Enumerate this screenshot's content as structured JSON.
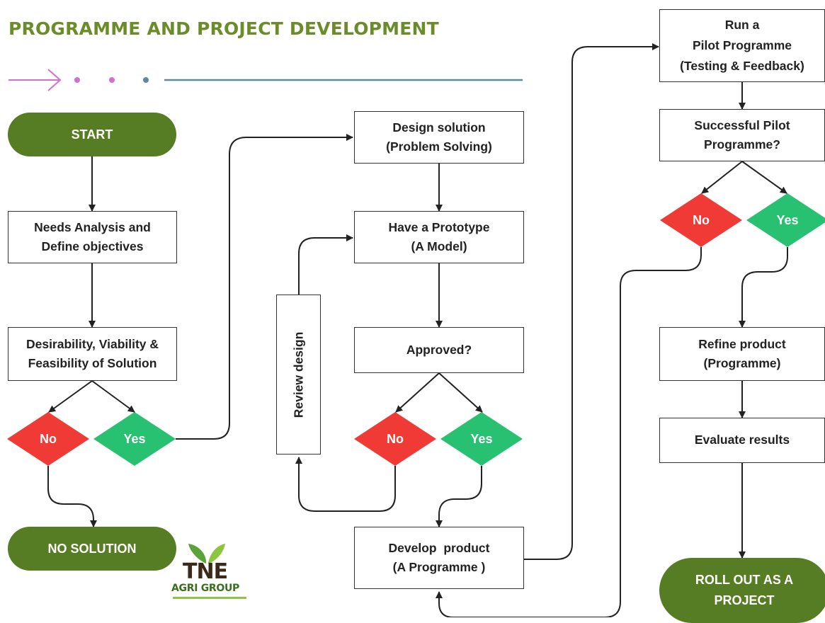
{
  "title": "PROGRAMME AND PROJECT DEVELOPMENT",
  "colors": {
    "title": "#6a8d2a",
    "terminal_fill": "#567d23",
    "no_diamond": "#f03a35",
    "yes_diamond": "#27c171",
    "decoration_arrow": "#d36fd0",
    "decoration_line": "#5c8a9a",
    "connector": "#222222"
  },
  "nodes": {
    "start": "START",
    "needs_analysis": [
      "Needs Analysis and",
      "Define objectives"
    ],
    "desirability": [
      "Desirability, Viability &",
      "Feasibility of Solution"
    ],
    "no_solution": "NO SOLUTION",
    "design_solution": [
      "Design solution",
      "(Problem Solving)"
    ],
    "prototype": [
      "Have a Prototype",
      "(A Model)"
    ],
    "approved": "Approved?",
    "review_design": "Review design",
    "develop_product": [
      "Develop  product",
      "(A Programme )"
    ],
    "pilot": [
      "Run a",
      "Pilot Programme",
      "(Testing & Feedback)"
    ],
    "successful_pilot": [
      "Successful Pilot",
      "Programme?"
    ],
    "refine": [
      "Refine product",
      "(Programme)"
    ],
    "evaluate": "Evaluate results",
    "rollout": [
      "ROLL OUT AS A",
      "PROJECT"
    ]
  },
  "decisions": {
    "no": "No",
    "yes": "Yes"
  },
  "logo": {
    "brand": "TNE",
    "subtitle": "AGRI GROUP"
  }
}
